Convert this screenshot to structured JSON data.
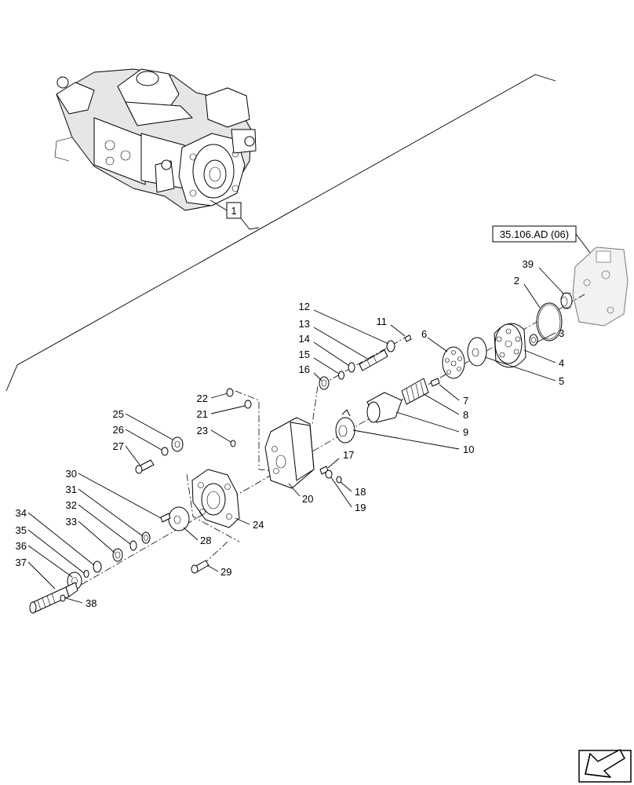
{
  "ref_label": "35.106.AD (06)",
  "assembly_callout": "1",
  "callouts": [
    {
      "id": "c2",
      "label": "2"
    },
    {
      "id": "c3",
      "label": "3"
    },
    {
      "id": "c4",
      "label": "4"
    },
    {
      "id": "c5",
      "label": "5"
    },
    {
      "id": "c6",
      "label": "6"
    },
    {
      "id": "c7",
      "label": "7"
    },
    {
      "id": "c8",
      "label": "8"
    },
    {
      "id": "c9",
      "label": "9"
    },
    {
      "id": "c10",
      "label": "10"
    },
    {
      "id": "c11",
      "label": "11"
    },
    {
      "id": "c12",
      "label": "12"
    },
    {
      "id": "c13",
      "label": "13"
    },
    {
      "id": "c14",
      "label": "14"
    },
    {
      "id": "c15",
      "label": "15"
    },
    {
      "id": "c16",
      "label": "16"
    },
    {
      "id": "c17",
      "label": "17"
    },
    {
      "id": "c18",
      "label": "18"
    },
    {
      "id": "c19",
      "label": "19"
    },
    {
      "id": "c20",
      "label": "20"
    },
    {
      "id": "c21",
      "label": "21"
    },
    {
      "id": "c22",
      "label": "22"
    },
    {
      "id": "c23",
      "label": "23"
    },
    {
      "id": "c24",
      "label": "24"
    },
    {
      "id": "c25",
      "label": "25"
    },
    {
      "id": "c26",
      "label": "26"
    },
    {
      "id": "c27",
      "label": "27"
    },
    {
      "id": "c28",
      "label": "28"
    },
    {
      "id": "c29",
      "label": "29"
    },
    {
      "id": "c30",
      "label": "30"
    },
    {
      "id": "c31",
      "label": "31"
    },
    {
      "id": "c32",
      "label": "32"
    },
    {
      "id": "c33",
      "label": "33"
    },
    {
      "id": "c34",
      "label": "34"
    },
    {
      "id": "c35",
      "label": "35"
    },
    {
      "id": "c36",
      "label": "36"
    },
    {
      "id": "c37",
      "label": "37"
    },
    {
      "id": "c38",
      "label": "38"
    },
    {
      "id": "c39",
      "label": "39"
    }
  ],
  "nav_icon": "arrow-icon"
}
